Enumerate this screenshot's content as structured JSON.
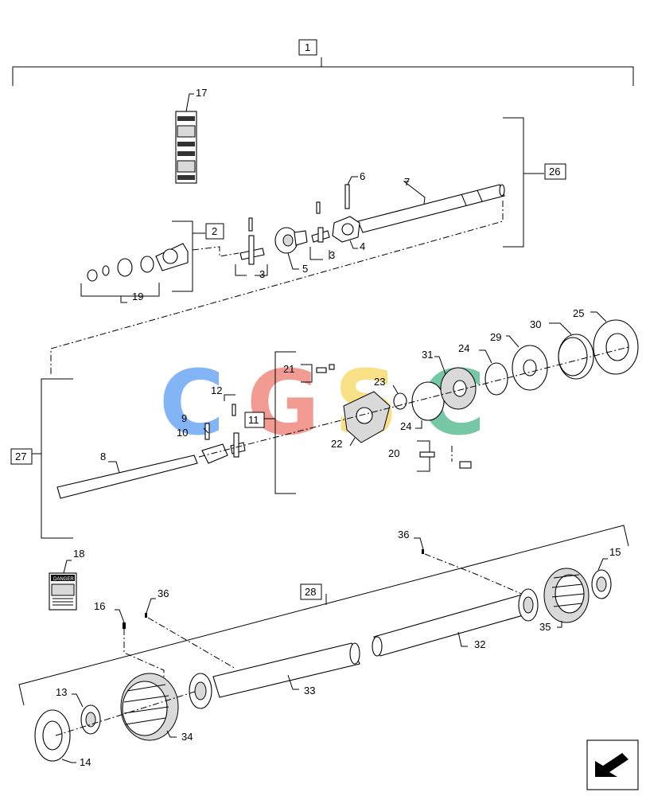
{
  "labels": {
    "assembly": "1",
    "n2": "2",
    "n3a": "3",
    "n3b": "3",
    "n4": "4",
    "n5": "5",
    "n6": "6",
    "n7": "7",
    "n8": "8",
    "n9": "9",
    "n10": "10",
    "n11": "11",
    "n12": "12",
    "n13": "13",
    "n14": "14",
    "n15": "15",
    "n16": "16",
    "n17": "17",
    "n18": "18",
    "n19": "19",
    "n20": "20",
    "n21": "21",
    "n22": "22",
    "n23": "23",
    "n24a": "24",
    "n24b": "24",
    "n25": "25",
    "n26": "26",
    "n27": "27",
    "n28": "28",
    "n29": "29",
    "n30": "30",
    "n31": "31",
    "n32": "32",
    "n33": "33",
    "n34": "34",
    "n35": "35",
    "n36a": "36",
    "n36b": "36"
  },
  "watermark": {
    "letters": [
      "C",
      "G",
      "S",
      "C"
    ],
    "colors": [
      "#6ea7f5",
      "#f08a80",
      "#f7dc6f",
      "#5fbf95"
    ]
  },
  "warning_label_heading": "DANGER",
  "icons": [
    "nav-arrow-icon"
  ]
}
